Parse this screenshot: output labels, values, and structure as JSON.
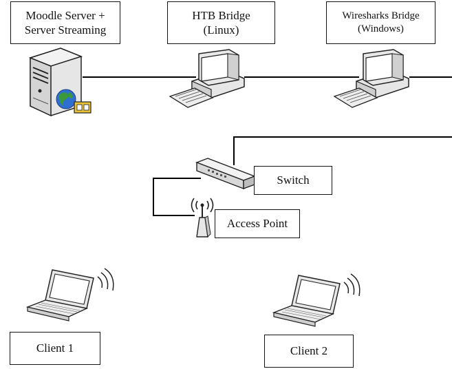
{
  "nodes": {
    "moodle_server": {
      "label_line1": "Moodle Server +",
      "label_line2": "Server Streaming",
      "icon": "server-tower-globe-icon"
    },
    "htb_bridge": {
      "label_line1": "HTB Bridge",
      "label_line2": "(Linux)",
      "icon": "desktop-computer-icon"
    },
    "wireshark_bridge": {
      "label_line1": "Wiresharks Bridge",
      "label_line2": "(Windows)",
      "icon": "desktop-computer-icon"
    },
    "switch": {
      "label": "Switch",
      "icon": "network-switch-icon"
    },
    "access_point": {
      "label": "Access Point",
      "icon": "wireless-access-point-icon"
    },
    "client1": {
      "label": "Client 1",
      "icon": "wireless-laptop-icon"
    },
    "client2": {
      "label": "Client 2",
      "icon": "wireless-laptop-icon"
    }
  },
  "colors": {
    "line": "#000000",
    "outline": "#222222",
    "device_light": "#eeeeee",
    "device_mid": "#c8c8c8",
    "screen": "#ffffff",
    "globe_blue": "#2f6fd1",
    "globe_green": "#3a9a3a",
    "folder_yellow": "#e8c33a"
  }
}
